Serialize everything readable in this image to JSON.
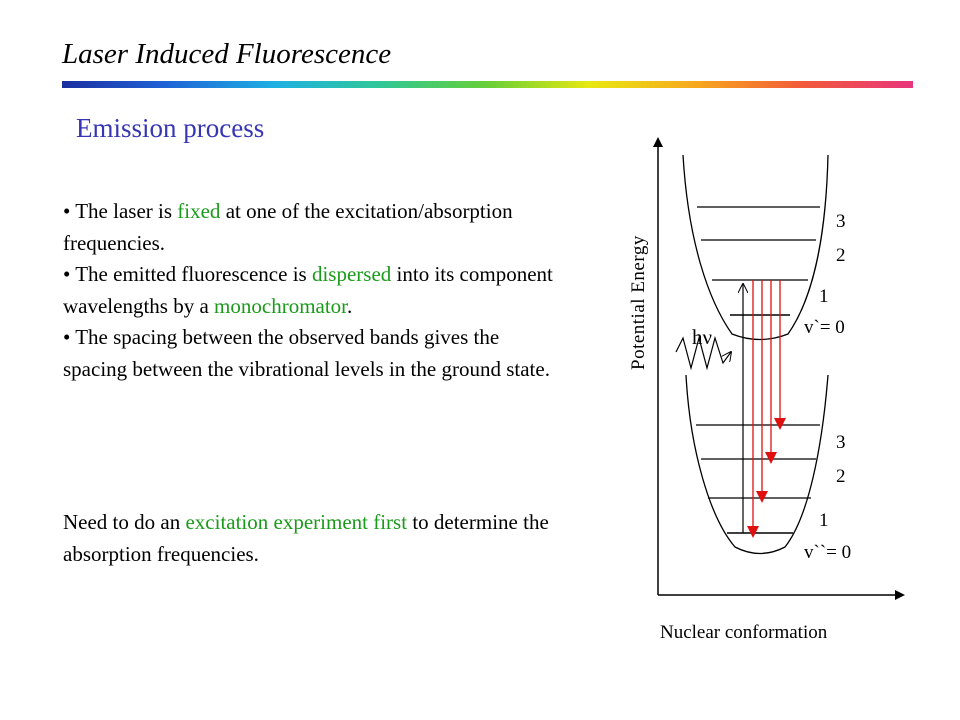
{
  "title": "Laser Induced Fluorescence",
  "subtitle": "Emission  process",
  "colors": {
    "subtitle": "#3636b4",
    "highlight": "#1a9a1a",
    "emission_arrows": "#e01010"
  },
  "bullets": [
    {
      "prefix": "• The laser is ",
      "highlight": "fixed",
      "suffix": " at one of the excitation/absorption frequencies."
    },
    {
      "prefix": "• The emitted fluorescence is ",
      "highlight": "dispersed",
      "suffix": " into its component wavelengths by a ",
      "highlight2": "monochromator",
      "suffix2": "."
    },
    {
      "text": "• The spacing between the observed bands gives the spacing between the vibrational levels in the ground state."
    }
  ],
  "note": {
    "prefix": "Need to do an ",
    "highlight": "excitation experiment first",
    "suffix": " to determine the absorption frequencies."
  },
  "diagram": {
    "y_axis_label": "Potential Energy",
    "x_axis_label": "Nuclear conformation",
    "photon_label": "hν",
    "upper_levels": [
      "3",
      "2",
      "1",
      "v`= 0"
    ],
    "lower_levels": [
      "3",
      "2",
      "1",
      "v``= 0"
    ]
  }
}
